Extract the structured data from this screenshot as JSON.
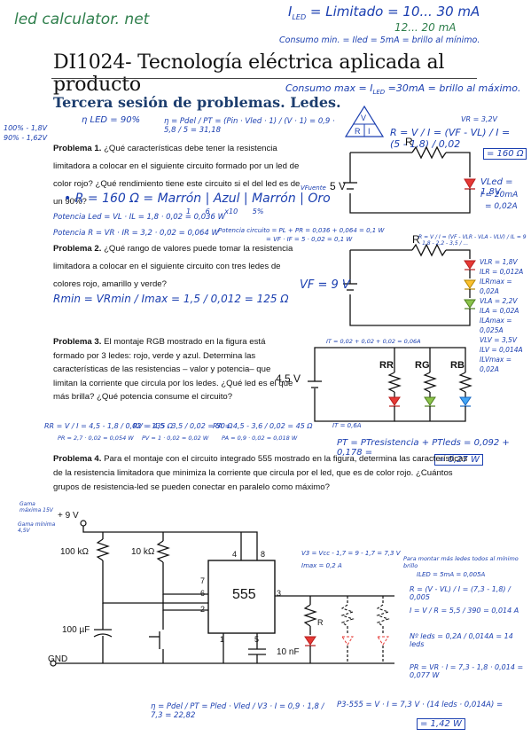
{
  "logo": "led calculator. net",
  "notes_top": {
    "iled_eq": "I",
    "iled_sub": "LED",
    "iled_rest": "= Limitado = 10... 30 mA",
    "range2": "12... 20 mA",
    "consumo_min": "Consumo min. = Iled = 5mA = brillo al mínimo.",
    "consumo_max": "Consumo max = I",
    "consumo_max_sub": "LED",
    "consumo_max_rest": "=30mA = brillo al máximo."
  },
  "title": "DI1024- Tecnología eléctrica aplicada al producto",
  "subtitle": "Tercera sesión de problemas. Ledes.",
  "notes_efficiency": {
    "left1": "100% - 1,8V",
    "left2": "90% - 1,62V",
    "nled": "η LED = 90%",
    "eta_formula": "η = Pdel / PT = (Pin · Vled · 1) / (V · 1) = 0,9 · 5,8 / 5 = 31,18",
    "ohm": "R = V / I = (VF - VL) / I = (5 - 1,8) / 0,02",
    "ohm_res": "= 160 Ω",
    "vr": "VR = 3,2V",
    "vled": "VLed = 1,8V",
    "iled": "I = 20mA",
    "iled2": "= 0,02A"
  },
  "p1": {
    "label": "Problema 1.",
    "text": "¿Qué características debe tener la resistencia limitadora a colocar en el siguiente circuito formado por un led de color rojo? ¿Qué rendimiento tiene este circuito si el del led es de un 90%?",
    "answer": "• R = 160 Ω = Marrón | Azul | Marrón | Oro",
    "answer_sub": "1    6    x10    5%",
    "pot_led": "Potencia Led = VL · IL = 1,8 · 0,02 = 0,036 W",
    "pot_r": "Potencia R = VR · IR = 3,2 · 0,02 = 0,064 W",
    "pot_total": "Potencia circuito = PL + PR = 0,036 + 0,064 = 0,1 W",
    "pot_total2": "= VF · IF = 5 · 0,02 = 0,1 W"
  },
  "circuit1": {
    "voltage": "5 V",
    "vf": "VFuente"
  },
  "p2": {
    "label": "Problema 2.",
    "text": "¿Qué rango de valores puede tomar la resistencia limitadora a colocar en el siguiente circuito con tres ledes de colores rojo, amarillo y verde?",
    "rmin": "Rmin = VRmin / Imax = 1,5 / 0,012 = 125 Ω"
  },
  "circuit2": {
    "voltage": "VF = 9 V",
    "notes": [
      "VLR = 1,8V",
      "ILR = 0,012A",
      "ILRmax = 0,02A",
      "VLA = 2,2V",
      "ILA = 0,02A",
      "ILAmax = 0,025A",
      "VLV = 3,5V",
      "ILV = 0,014A",
      "ILVmax = 0,02A"
    ],
    "r_formula": "R = V / I = (VF - VLR - VLA - VLV) / IL = 9 - 1,8 - 2,2 - 3,5 / ..."
  },
  "p3": {
    "label": "Problema 3.",
    "text": "El montaje RGB mostrado en la figura está formado por 3 ledes: rojo, verde y azul. Determina las características de las resistencias – valor y potencia– que limitan la corriente que circula por los ledes. ¿Qué led es el que más brilla? ¿Qué potencia consume el circuito?",
    "r_r": "RR = V / I = 4,5 - 1,8 / 0,02 = 135 Ω",
    "r_g": "RV = 4,5 - 3,5 / 0,02 = 50 Ω",
    "r_b": "RA = 4,5 - 3,6 / 0,02 = 45 Ω",
    "pr": "PR = 2,7 · 0,02 = 0,054 W",
    "pv": "PV = 1 · 0,02 = 0,02 W",
    "pa": "PA = 0,9 · 0,02 = 0,018 W",
    "ptotal": "PT = PTresistencia + PTleds = 0,092 + 0,178 =",
    "ptotal_res": "= 0,27 W"
  },
  "circuit3": {
    "voltage": "4.5 V",
    "labels": [
      "RR",
      "RG",
      "RB"
    ],
    "it": "IT = 0,02 + 0,02 + 0,02 = 0,06A",
    "it2": "IT = 0,6A"
  },
  "p4": {
    "label": "Problema 4.",
    "text": "Para el montaje con el circuito integrado 555 mostrado en la figura, determina las características de la resistencia limitadora que minimiza la corriente que circula por el led, que es de color rojo. ¿Cuántos grupos de resistencia-led se pueden conectar en paralelo como máximo?"
  },
  "circuit4": {
    "vcc": "+ 9 V",
    "r1": "100 kΩ",
    "r2": "10 kΩ",
    "chip": "555",
    "pins": [
      "4",
      "8",
      "7",
      "6",
      "2",
      "3",
      "1",
      "5"
    ],
    "c1": "100 µF",
    "c2": "10 nF",
    "gnd": "GND",
    "r": "R",
    "notes_left": [
      "Gama máxima 15V",
      "Gama mínima 4,5V"
    ]
  },
  "notes_p4": {
    "v3": "V3 = Vcc - 1,7 = 9 - 1,7 = 7,3 V",
    "imax": "Imax = 0,2 A",
    "right_title": "Para montar más ledes todos al mínimo brillo",
    "iled": "ILED = 5mA = 0,005A",
    "r_eq": "R = (V - VL) / I = (7,3 - 1,8) / 0,005",
    "i_eq": "I = V / R = 5,5 / 390 = 0,014 A",
    "nleds": "Nº leds = 0,2A / 0,014A = 14 leds",
    "pr": "PR = VR · I = 7,3 - 1,8 · 0,014 = 0,077 W",
    "eta": "η = Pdel / PT = Pled · Vled / V3 · I = 0,9 · 1,8 / 7,3 = 22,82",
    "p3": "P3-555 = V · I = 7,3 V · (14 leds · 0,014A) =",
    "p3_res": "= 1,42 W"
  }
}
